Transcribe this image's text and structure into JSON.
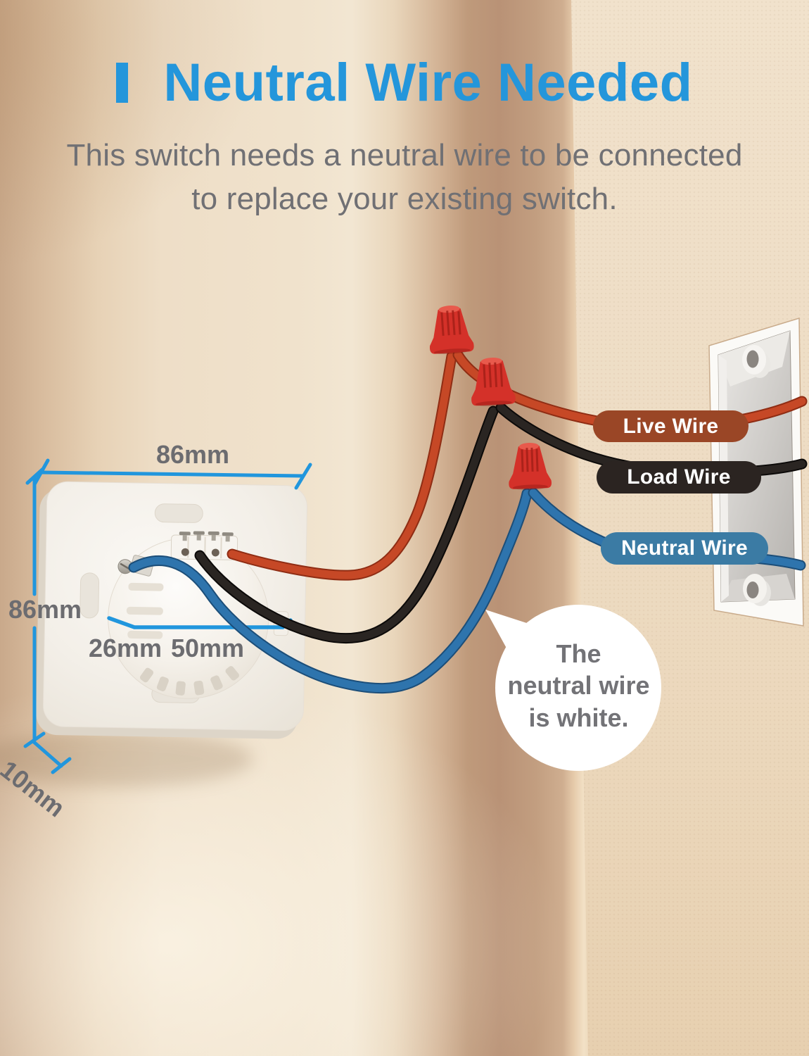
{
  "header": {
    "title": "Neutral Wire Needed",
    "subtitle": "This switch needs a neutral wire to be connected\nto replace your existing switch."
  },
  "wire_labels": [
    {
      "label": "Live Wire",
      "color": "#9A4626"
    },
    {
      "label": "Load Wire",
      "color": "#2B2421"
    },
    {
      "label": "Neutral Wire",
      "color": "#3B7BA4"
    }
  ],
  "callout": "The\nneutral wire\nis white.",
  "dimensions": {
    "plate_width": "86mm",
    "plate_height": "86mm",
    "module_depth": "26mm",
    "module_diameter": "50mm",
    "plate_thickness": "10mm"
  },
  "colors": {
    "accent_blue": "#2496DB",
    "dimension_blue": "#2196DD",
    "text_gray": "#707074",
    "live_wire": "#C64826",
    "load_wire": "#272220",
    "neutral_wire": "#2E74AD",
    "wire_nut_red": "#D43129",
    "wall_beige": "#EEDCC5"
  }
}
